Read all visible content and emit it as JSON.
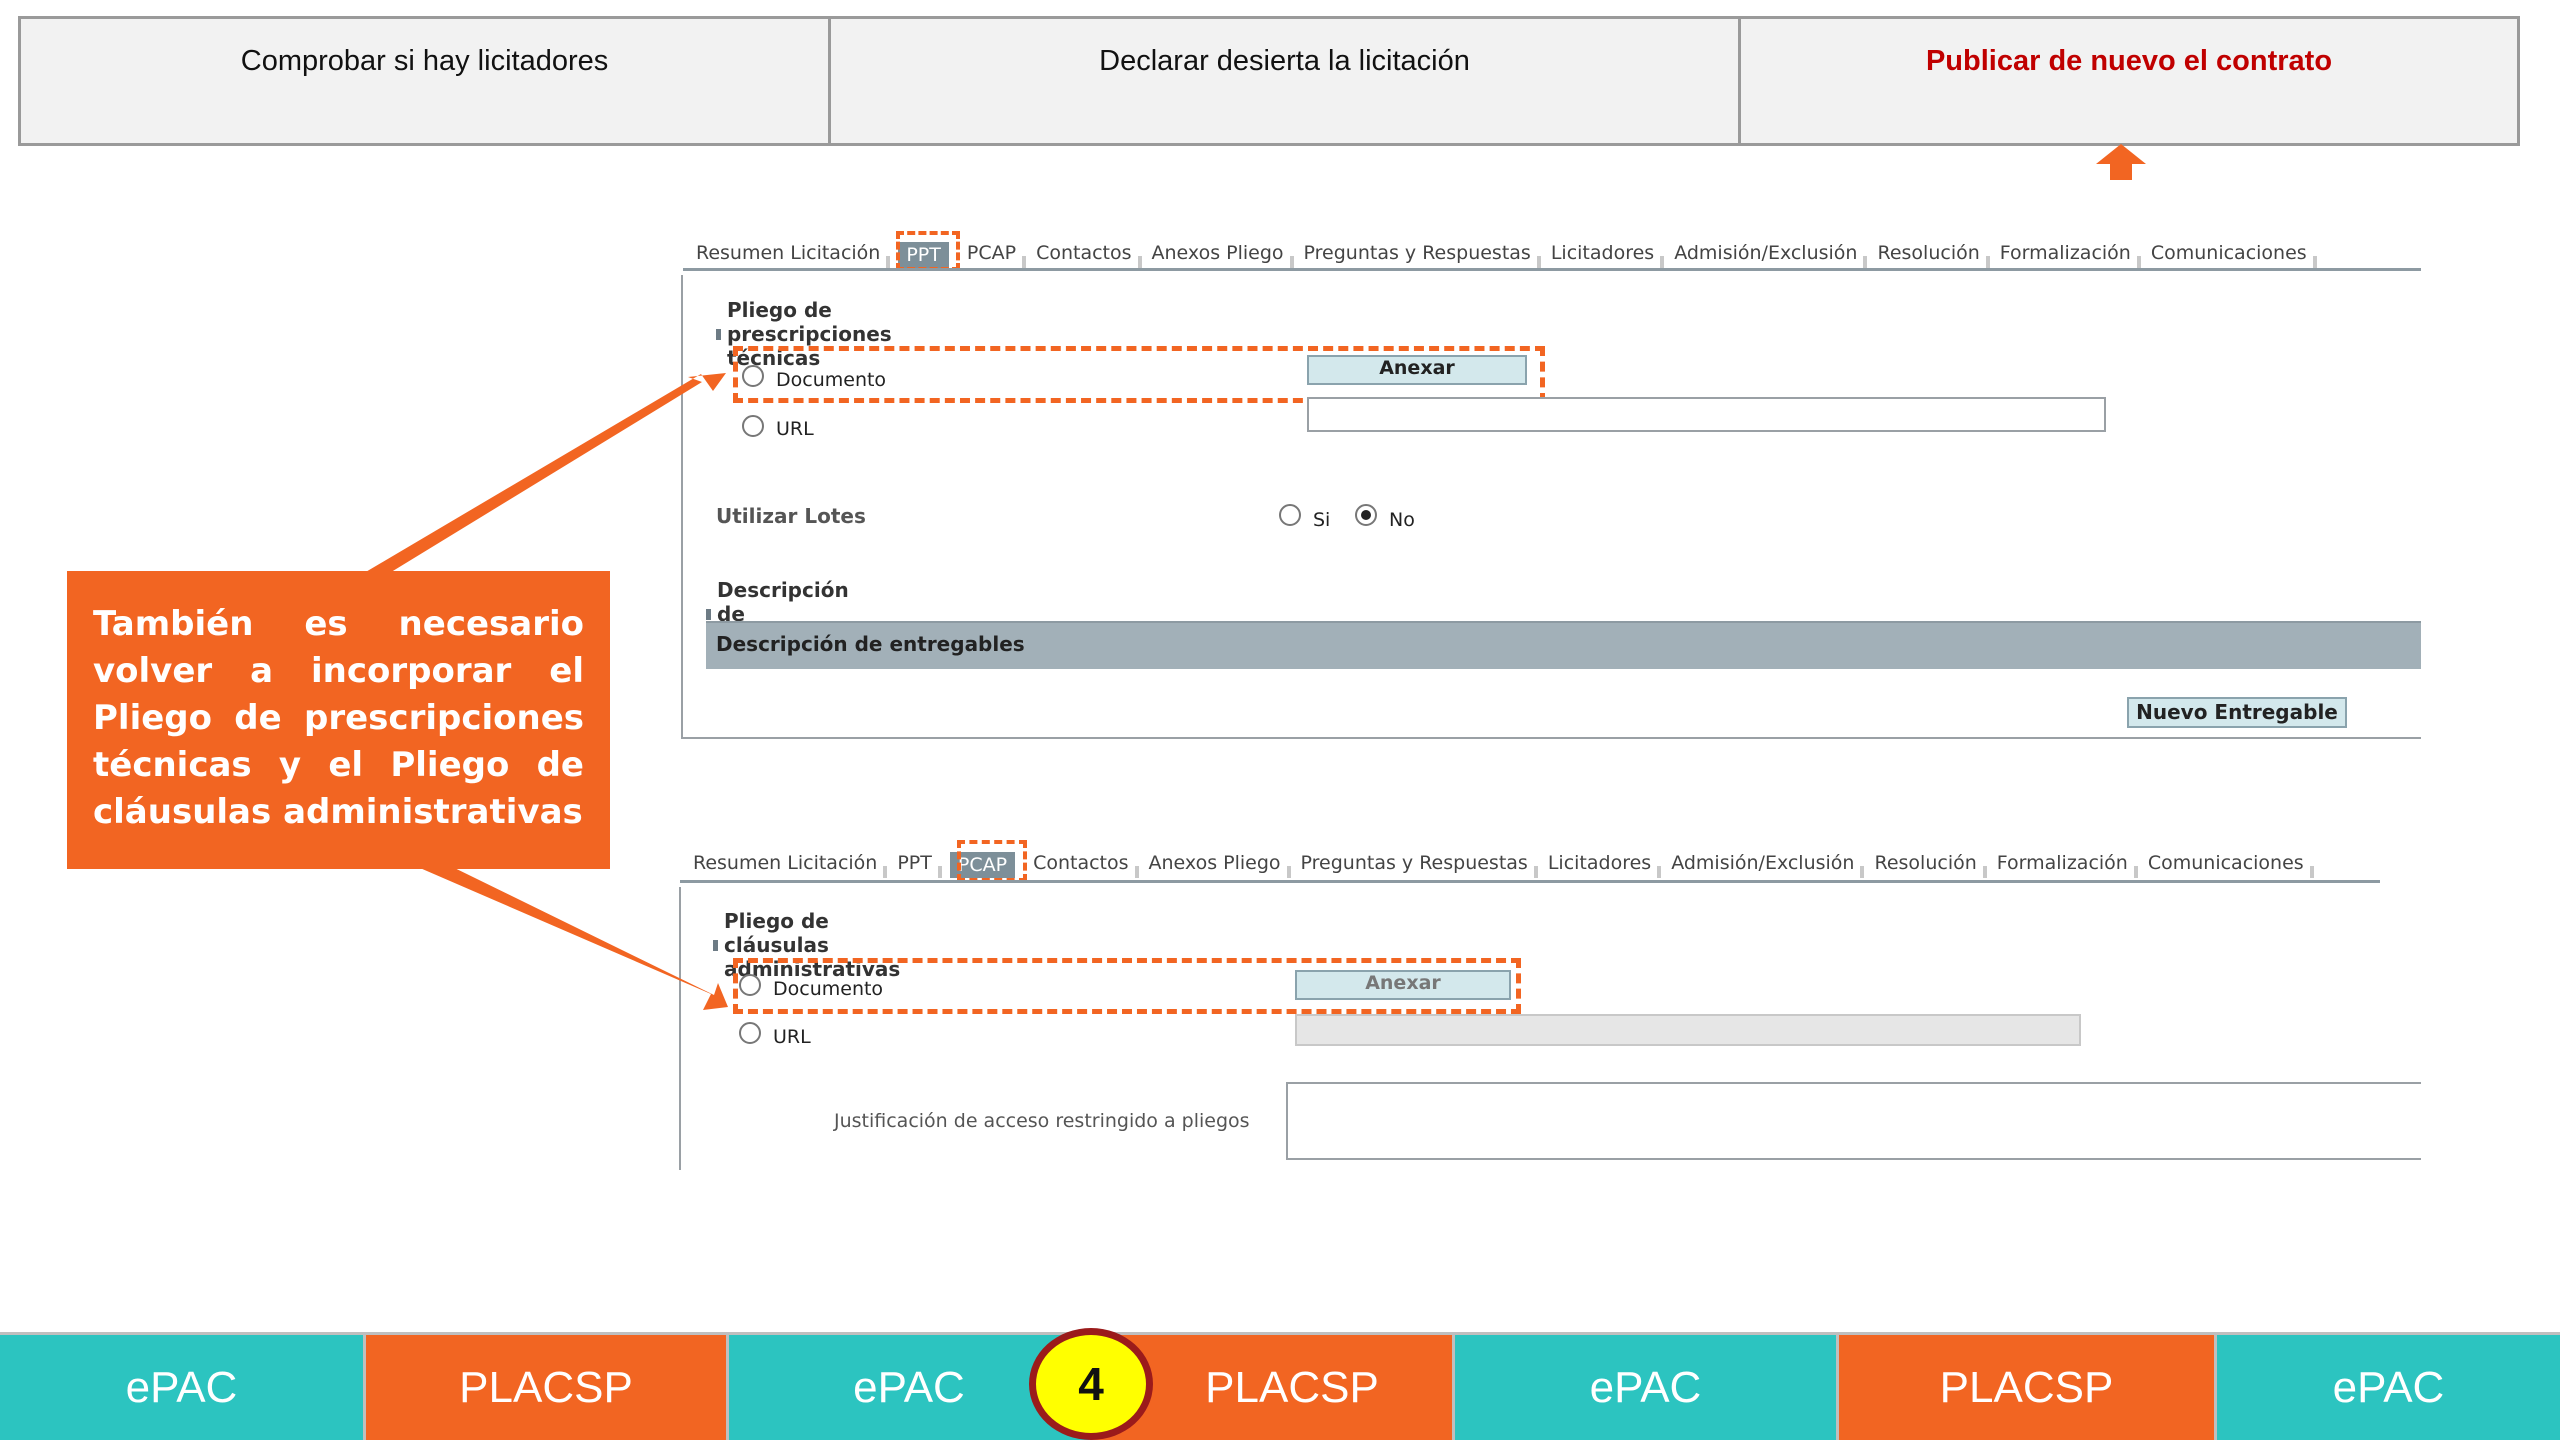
{
  "steps": [
    {
      "label": "Comprobar si hay licitadores"
    },
    {
      "label": "Declarar desierta la licitación"
    },
    {
      "label": "Publicar de nuevo el contrato"
    }
  ],
  "tabs": {
    "items": [
      "Resumen Licitación",
      "PPT",
      "PCAP",
      "Contactos",
      "Anexos Pliego",
      "Preguntas y Respuestas",
      "Licitadores",
      "Admisión/Exclusión",
      "Resolución",
      "Formalización",
      "Comunicaciones"
    ]
  },
  "ppt_panel": {
    "section_title": "Pliego de prescripciones técnicas",
    "option_documento": "Documento",
    "option_url": "URL",
    "anexar_label": "Anexar",
    "lotes_label": "Utilizar Lotes",
    "lotes_si": "Si",
    "lotes_no": "No",
    "entregables_title": "Descripción de entregables",
    "entregables_header": "Descripción de entregables",
    "nuevo_entregable_label": "Nuevo Entregable"
  },
  "pcap_panel": {
    "section_title": "Pliego de cláusulas administrativas",
    "option_documento": "Documento",
    "option_url": "URL",
    "anexar_label": "Anexar",
    "justificacion_label": "Justificación de acceso restringido a pliegos"
  },
  "callout": {
    "text": "También es necesario volver a incorporar el Pliego de prescripciones técnicas y el Pliego de cláusulas administrativas"
  },
  "bottom_nav": {
    "items": [
      "ePAC",
      "PLACSP",
      "ePAC",
      "PLACSP",
      "ePAC",
      "PLACSP",
      "ePAC"
    ],
    "step_number": "4"
  },
  "colors": {
    "accent_orange": "#f26522",
    "teal": "#2cc4c0",
    "highlight_red": "#c00000",
    "badge_yellow": "#ffff00"
  }
}
